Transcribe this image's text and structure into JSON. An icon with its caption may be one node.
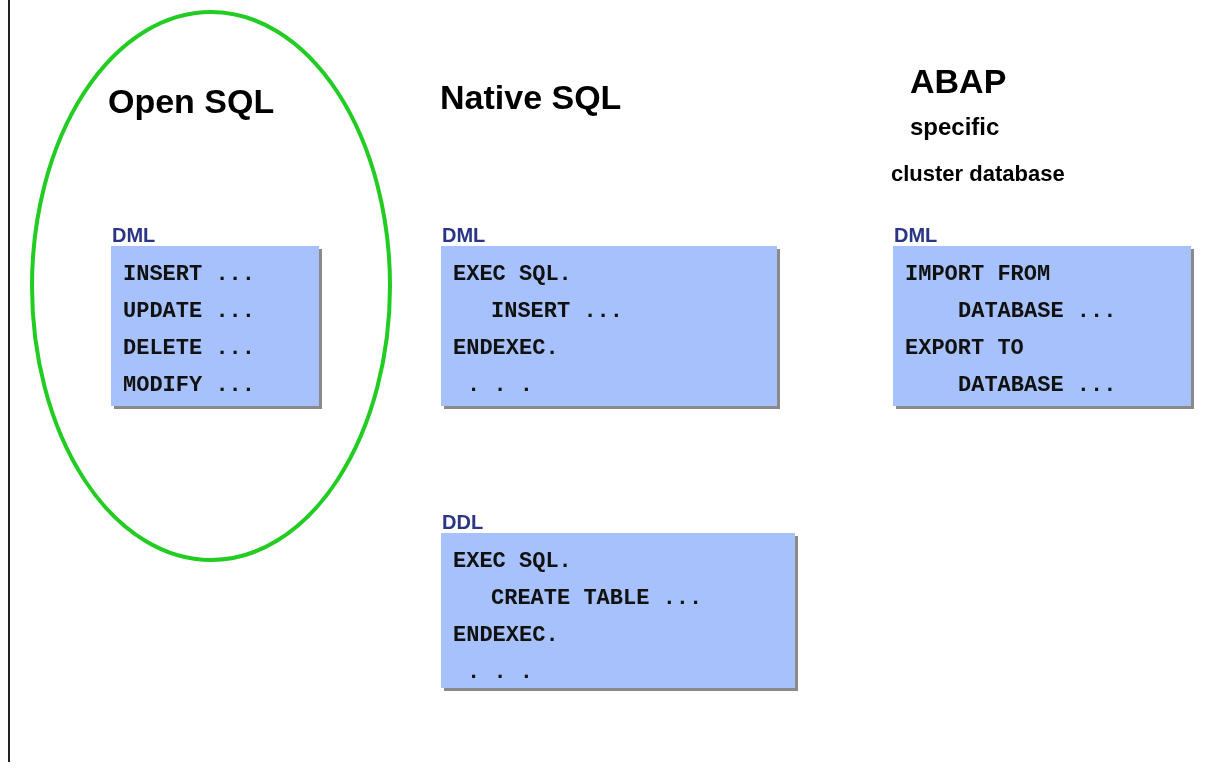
{
  "diagram": {
    "nodes": [
      {
        "text": [
          "Open SQL"
        ]
      },
      {
        "text": [
          "DML",
          "INSERT ...",
          "UPDATE ...",
          "DELETE ...",
          "MODIFY ..."
        ],
        "in": 0
      },
      {
        "text": [
          "DML",
          "EXEC SQL.",
          "INSERT ...",
          "ENDEXEC.",
          ". . ."
        ]
      },
      {
        "text": [
          "DDL",
          "EXEC SQL.",
          "CREATE TABLE ...",
          "ENDEXEC.",
          ". . ."
        ]
      },
      {
        "text": [
          "DML",
          "IMPORT FROM",
          "DATABASE ...",
          "EXPORT TO",
          "DATABASE ..."
        ]
      }
    ],
    "labels": [
      "Native SQL",
      "ABAP",
      "specific",
      "cluster database"
    ]
  }
}
